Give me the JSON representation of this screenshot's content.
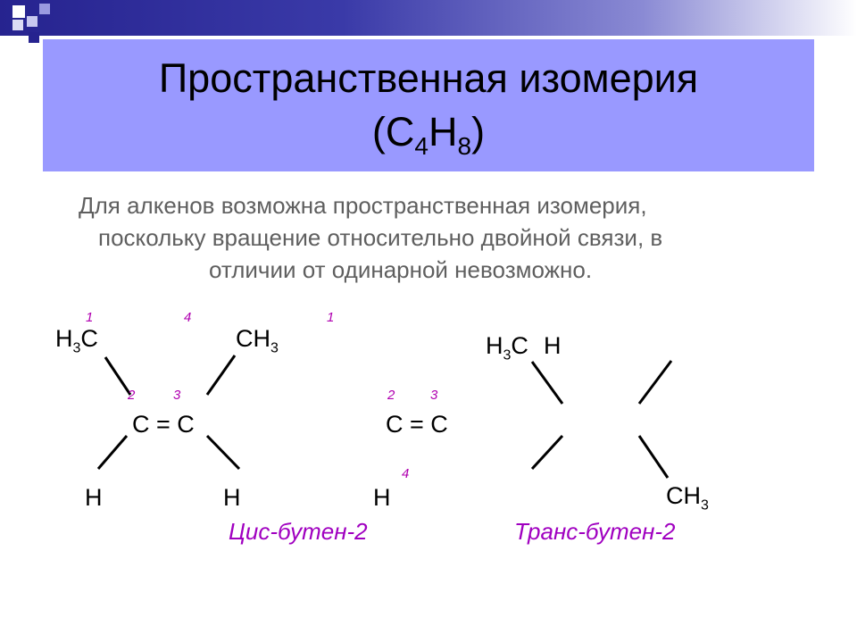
{
  "slide": {
    "title_line1": "Пространственная изомерия",
    "formula_open": "(C",
    "formula_c_sub": "4",
    "formula_h": "H",
    "formula_h_sub": "8",
    "formula_close": ")",
    "description_line1": "Для алкенов возможна пространственная изомерия,",
    "description_line2": "поскольку вращение относительно двойной связи, в",
    "description_line3": "отличии от одинарной невозможно."
  },
  "cis": {
    "h3c_h": "H",
    "h3c_sub": "3",
    "h3c_c": "C",
    "ch3_ch": "CH",
    "ch3_sub": "3",
    "double_bond": "C = C",
    "h_left": "H",
    "h_right": "H",
    "num_1": "1",
    "num_4": "4",
    "num_2": "2",
    "num_3": "3",
    "name": "Цис-бутен-2"
  },
  "trans": {
    "num_1": "1",
    "num_2": "2",
    "num_3": "3",
    "num_4": "4",
    "double_bond": "C = C",
    "h_bottom_left": "H",
    "h3c_h": "H",
    "h3c_sub": "3",
    "h3c_c": "C",
    "h_top": "H",
    "ch3_ch": "CH",
    "ch3_sub": "3",
    "name": "Транс-бутен-2"
  },
  "colors": {
    "title_band": "#9999ff",
    "top_bar": "#26238f",
    "description_text": "#5f5f5f",
    "numbering": "#b000b0",
    "isomer_name": "#a000c0"
  }
}
